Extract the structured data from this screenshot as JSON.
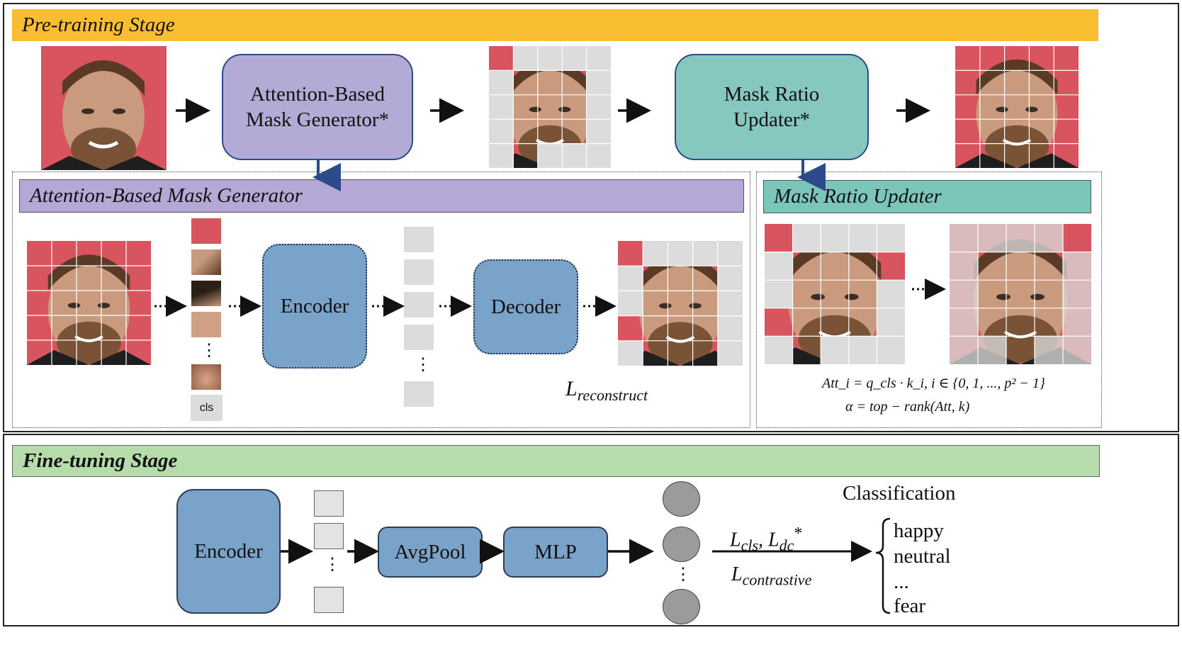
{
  "pretraining": {
    "banner": "Pre-training Stage",
    "box_mask_generator": [
      "Attention-Based",
      "Mask Generator*"
    ],
    "box_mask_ratio": [
      "Mask Ratio",
      "Updater*"
    ]
  },
  "amg": {
    "banner": "Attention-Based Mask Generator",
    "encoder": "Encoder",
    "decoder": "Decoder",
    "cls": "cls",
    "vdots": "⋮",
    "loss_base": "L",
    "loss_sub": "reconstruct"
  },
  "mru": {
    "banner": "Mask Ratio Updater",
    "formula1": "Att_i = q_cls · k_i, i ∈ {0, 1, ..., p² − 1}",
    "formula2": "α = top − rank(Att, k)"
  },
  "finetuning": {
    "banner": "Fine-tuning Stage",
    "encoder": "Encoder",
    "avgpool": "AvgPool",
    "mlp": "MLP",
    "vdots": "⋮",
    "classification_title": "Classification",
    "loss_top": {
      "a_base": "L",
      "a_sub": "cls",
      "sep": ", ",
      "b_base": "L",
      "b_sub": "dc",
      "star": "*"
    },
    "loss_bottom": {
      "base": "L",
      "sub": "contrastive"
    },
    "classes": [
      "happy",
      "neutral",
      "...",
      "fear"
    ]
  },
  "colors": {
    "pretrain_banner": "#f9bd31",
    "amg": "#b3abd6",
    "mru": "#86c7c0",
    "encoder": "#79a3c9",
    "finetune_banner": "#b7dcac",
    "mask_tile": "#dcdcdc",
    "background_red": "#d9545e"
  },
  "icons": {
    "face": "face-photo-icon",
    "arrow": "arrow-right-icon",
    "dotted_arrow": "dotted-arrow-icon",
    "down_arrow": "arrow-down-icon",
    "brace": "curly-brace-icon"
  }
}
